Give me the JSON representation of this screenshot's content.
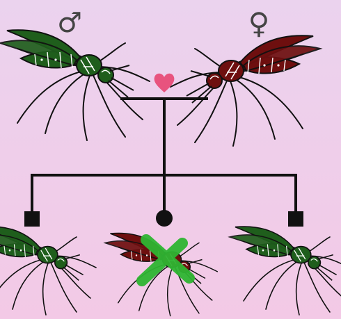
{
  "parents": {
    "male": {
      "symbol": "♂",
      "color": "#1f5e1c",
      "icon": "male-symbol-icon"
    },
    "female": {
      "symbol": "♀",
      "color": "#6e0f0f",
      "icon": "female-symbol-icon"
    },
    "union_icon": "heart-icon"
  },
  "offspring": [
    {
      "sex": "male",
      "marker": "square",
      "color": "#1f5e1c",
      "crossed": false
    },
    {
      "sex": "female",
      "marker": "circle",
      "color": "#6e0f0f",
      "crossed": true
    },
    {
      "sex": "male",
      "marker": "square",
      "color": "#1f5e1c",
      "crossed": false
    }
  ],
  "colors": {
    "background_top": "#ebd3ee",
    "background_bottom": "#f3c9e6",
    "lines": "#111111",
    "heart": "#e8537e",
    "cross": "#2fb532",
    "male_body": "#1f5e1c",
    "female_body": "#6e0f0f"
  }
}
